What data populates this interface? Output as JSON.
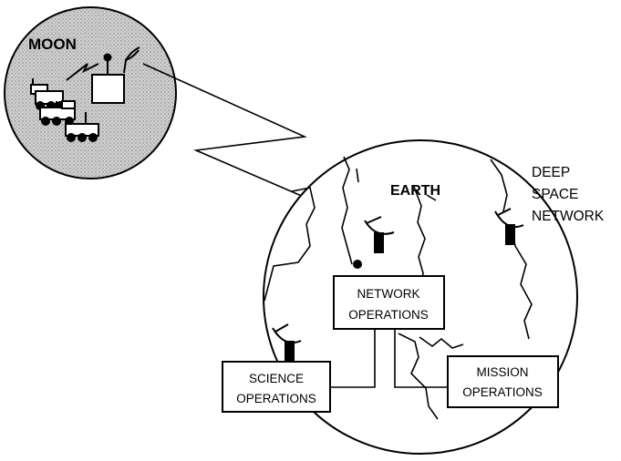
{
  "moon": {
    "label": "MOON"
  },
  "earth": {
    "label": "EARTH"
  },
  "deep_space_network": {
    "lines": [
      "DEEP",
      "SPACE",
      "NETWORK"
    ]
  },
  "network_operations": {
    "lines": [
      "NETWORK",
      "OPERATIONS"
    ]
  },
  "science_operations": {
    "lines": [
      "SCIENCE",
      "OPERATIONS"
    ]
  },
  "mission_operations": {
    "lines": [
      "MISSION",
      "OPERATIONS"
    ]
  }
}
